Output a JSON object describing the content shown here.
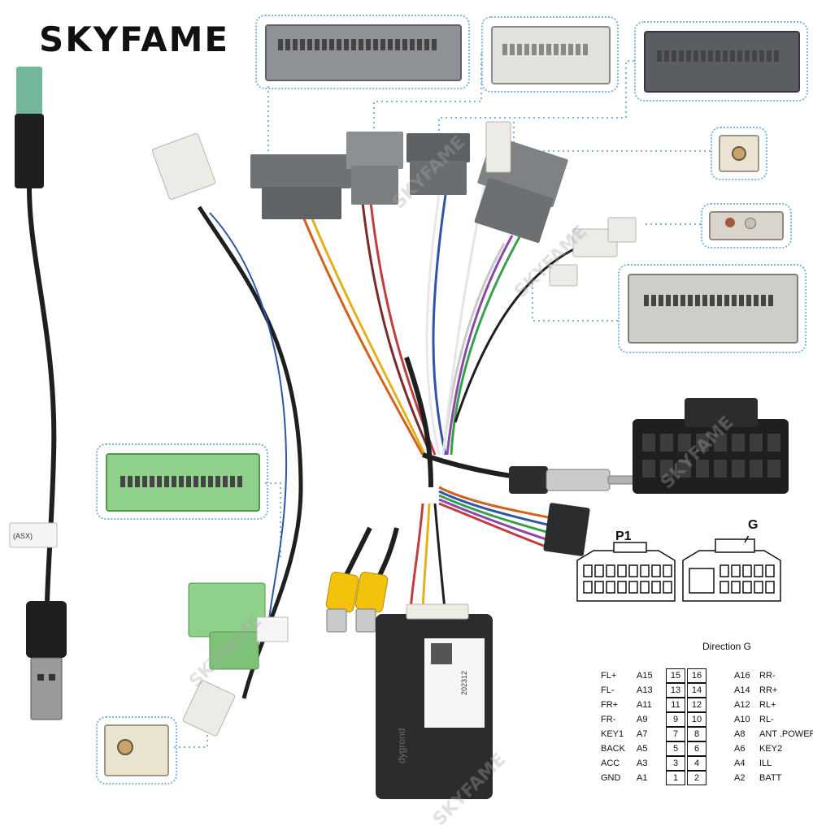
{
  "brand": "SKYFAME",
  "watermark": "SKYFAME",
  "labels": {
    "p1": "P1",
    "g": "G",
    "direction": "Direction G"
  },
  "tags": {
    "usb_tag": "(ASX)",
    "box_qr": "202312",
    "box_brand": "dygrond"
  },
  "pinout": [
    {
      "left_name": "FL+",
      "left_code": "A15",
      "left_pin": "15",
      "right_pin": "16",
      "right_code": "A16",
      "right_name": "RR-"
    },
    {
      "left_name": "FL-",
      "left_code": "A13",
      "left_pin": "13",
      "right_pin": "14",
      "right_code": "A14",
      "right_name": "RR+"
    },
    {
      "left_name": "FR+",
      "left_code": "A11",
      "left_pin": "11",
      "right_pin": "12",
      "right_code": "A12",
      "right_name": "RL+"
    },
    {
      "left_name": "FR-",
      "left_code": "A9",
      "left_pin": "9",
      "right_pin": "10",
      "right_code": "A10",
      "right_name": "RL-"
    },
    {
      "left_name": "KEY1",
      "left_code": "A7",
      "left_pin": "7",
      "right_pin": "8",
      "right_code": "A8",
      "right_name": "ANT .POWER"
    },
    {
      "left_name": "BACK",
      "left_code": "A5",
      "left_pin": "5",
      "right_pin": "6",
      "right_code": "A6",
      "right_name": "KEY2"
    },
    {
      "left_name": "ACC",
      "left_code": "A3",
      "left_pin": "3",
      "right_pin": "4",
      "right_code": "A4",
      "right_name": "ILL"
    },
    {
      "left_name": "GND",
      "left_code": "A1",
      "left_pin": "1",
      "right_pin": "2",
      "right_code": "A2",
      "right_name": "BATT"
    }
  ],
  "colors": {
    "callout_border": "#7fb3d9",
    "gray_connector": "#6e7275",
    "white_connector": "#e8e6df",
    "green_connector": "#8fd08a",
    "rca_yellow": "#f2c20c",
    "box_black": "#2a2c2e"
  }
}
